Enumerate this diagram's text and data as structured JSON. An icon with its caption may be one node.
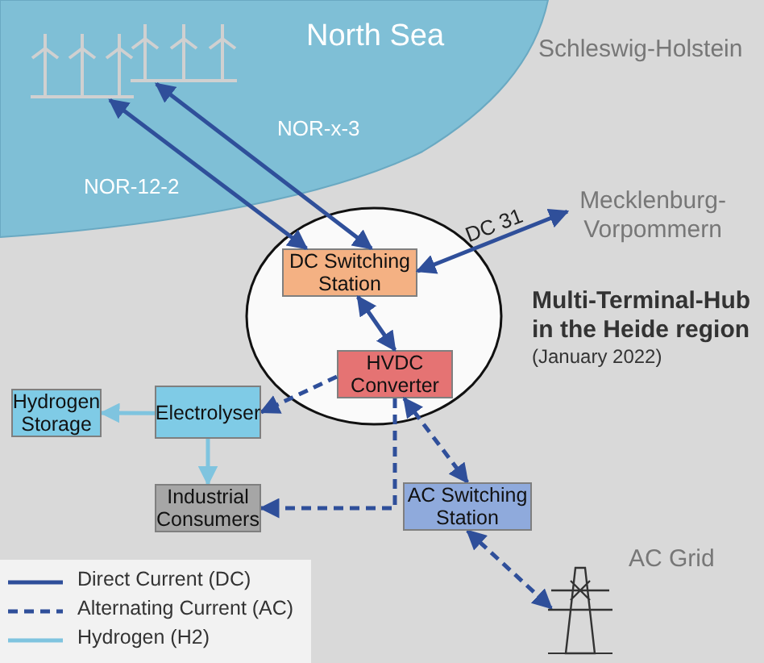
{
  "diagram": {
    "nodes": [
      {
        "text": [],
        "shape": "picture"
      },
      {
        "text": [],
        "shape": "picture"
      },
      {
        "text": [],
        "shape": "ellipse",
        "beside": [
          "Multi-Terminal-Hub in the Heide region",
          "(January 2022)"
        ]
      },
      {
        "text": [
          "DC Switching Station"
        ],
        "in": 2
      },
      {
        "text": [
          "HVDC Converter"
        ],
        "in": 2
      },
      {
        "text": [
          "Mecklenburg-Vorpommern"
        ]
      },
      {
        "text": [
          "Hydrogen Storage"
        ]
      },
      {
        "text": [
          "Electrolyser"
        ]
      },
      {
        "text": [
          "Industrial Consumers"
        ]
      },
      {
        "text": [
          "AC Switching Station"
        ]
      },
      {
        "text": [],
        "shape": "picture"
      }
    ],
    "edges": [
      {
        "from": 0,
        "to": 3,
        "arrow": "both",
        "label": "NOR-12-2"
      },
      {
        "from": 1,
        "to": 3,
        "arrow": "both",
        "label": "NOR-x-3"
      },
      {
        "from": 3,
        "to": 5,
        "arrow": "both",
        "label": "DC 31"
      },
      {
        "from": 3,
        "to": 4,
        "arrow": "both"
      },
      {
        "from": 4,
        "to": 7,
        "arrow": "to",
        "style": "dashed"
      },
      {
        "from": 4,
        "to": 8,
        "arrow": "to",
        "style": "dashed"
      },
      {
        "from": 4,
        "to": 9,
        "arrow": "both",
        "style": "dashed"
      },
      {
        "from": 9,
        "to": 10,
        "arrow": "both",
        "style": "dashed"
      },
      {
        "from": 7,
        "to": 6,
        "arrow": "to",
        "color": "#7fc4df"
      },
      {
        "from": 7,
        "to": 8,
        "arrow": "to",
        "color": "#7fc4df"
      }
    ],
    "labels": [
      "North Sea",
      "Schleswig-Holstein",
      "AC Grid"
    ],
    "legend": [
      {
        "text": "Direct Current (DC)"
      },
      {
        "text": "Alternating Current (AC)"
      },
      {
        "text": "Hydrogen (H2)"
      }
    ]
  }
}
